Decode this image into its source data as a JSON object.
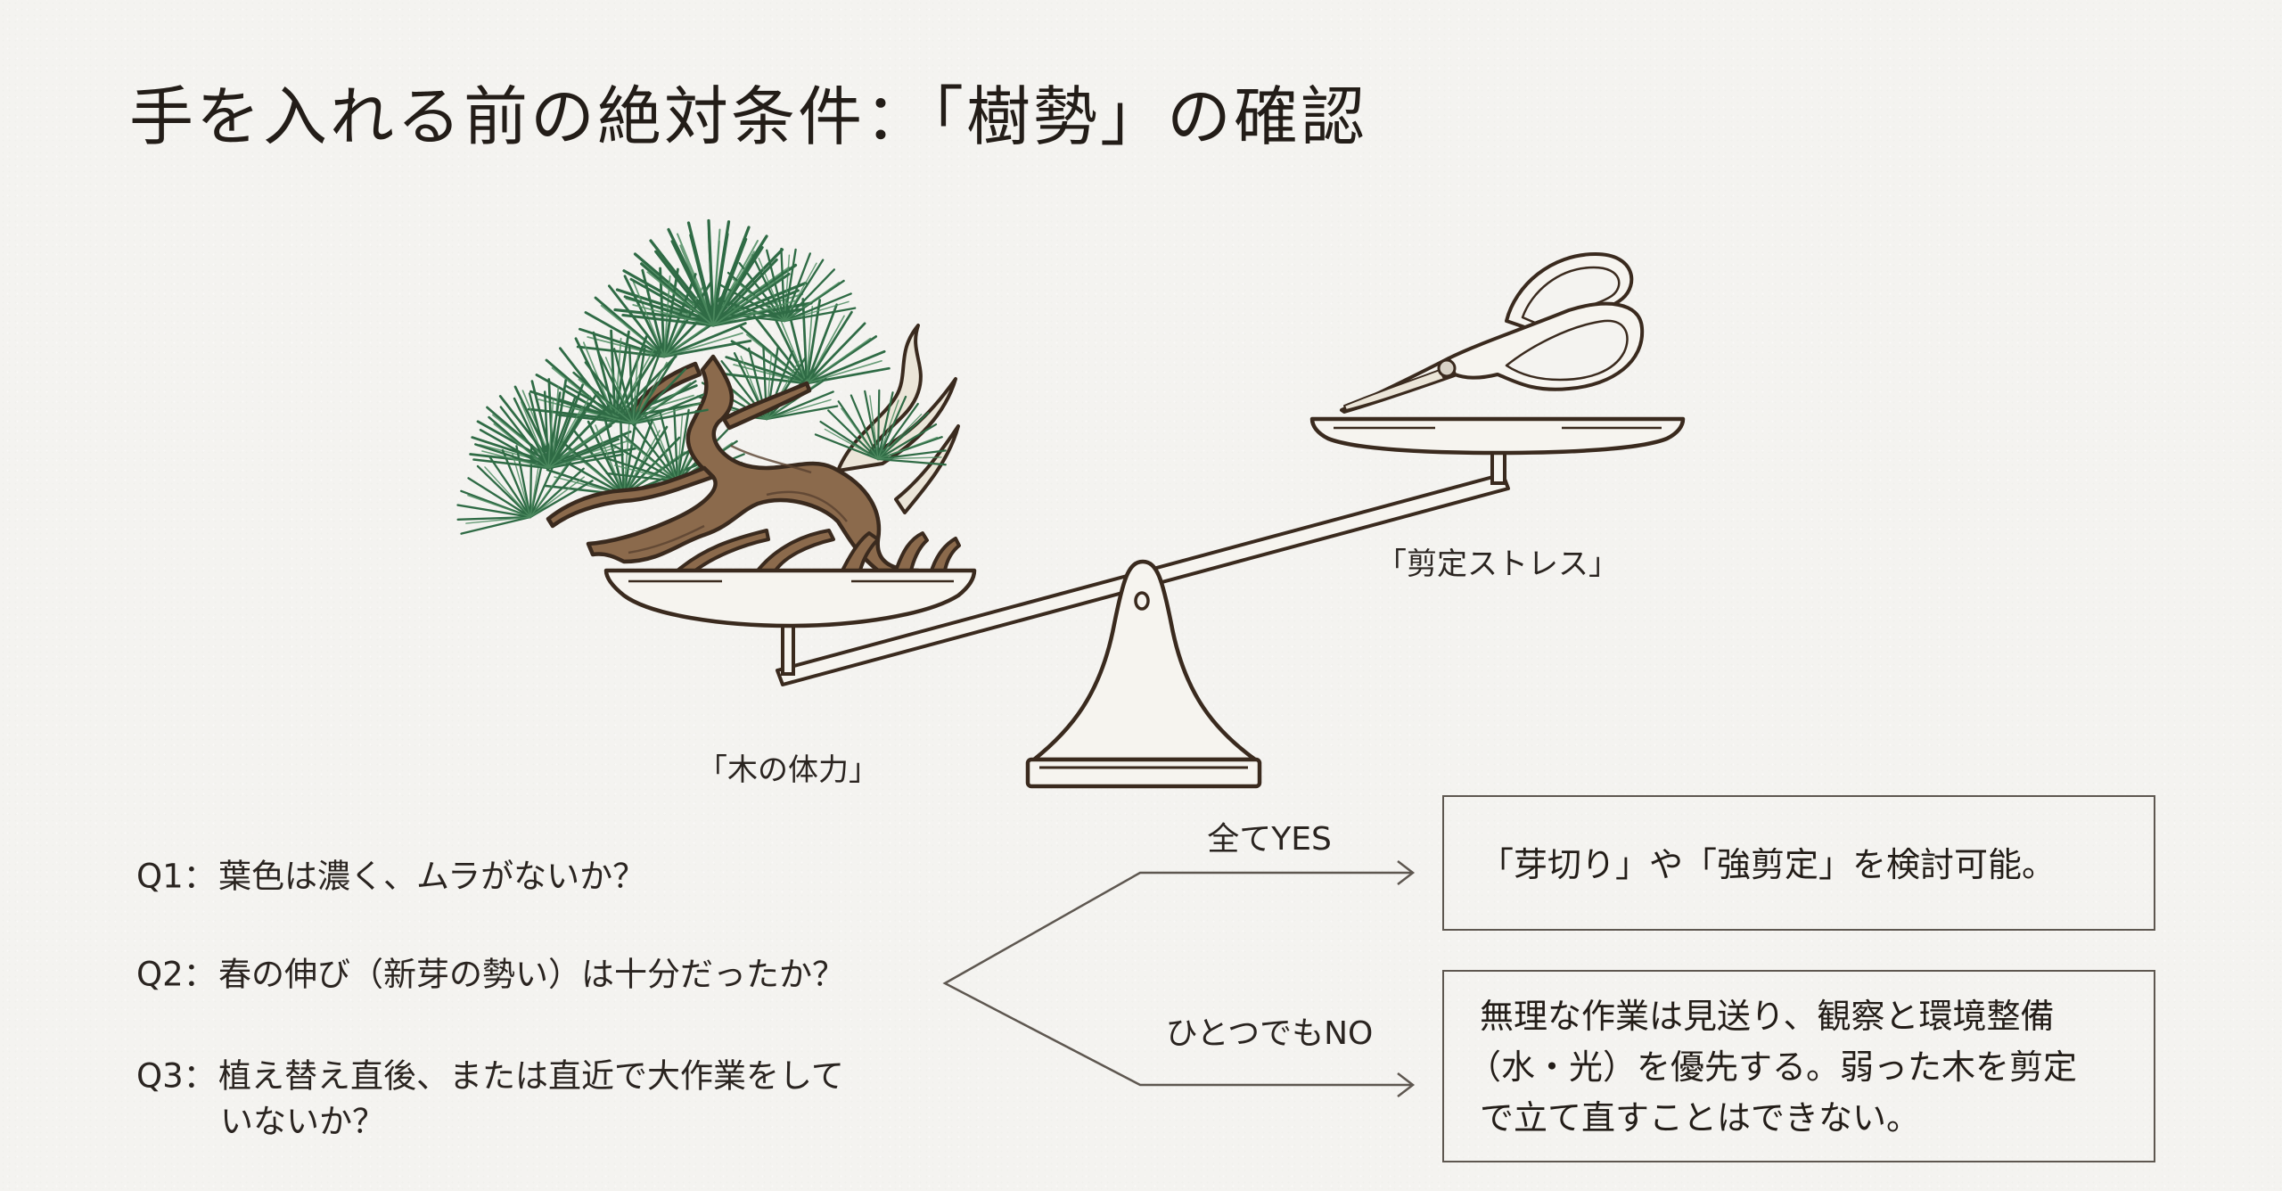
{
  "title": "手を入れる前の絶対条件：「樹勢」の確認",
  "illustration": {
    "left_label": "「木の体力」",
    "right_label": "「剪定ストレス」",
    "left_item": "bonsai-pine-tree-icon",
    "right_item": "pruning-scissors-icon",
    "device": "balance-scale-icon",
    "colors": {
      "outline": "#3a2a1e",
      "trunk": "#8b6a4c",
      "deadwood": "#ebe5d8",
      "pine": "#2f6b45",
      "pan_fill": "#f6f4ef"
    }
  },
  "questions": [
    {
      "id": "Q1",
      "sep": "：",
      "text": "葉色は濃く、ムラがないか？"
    },
    {
      "id": "Q2",
      "sep": "：",
      "text": "春の伸び（新芽の勢い）は十分だったか？"
    },
    {
      "id": "Q3",
      "sep": "：",
      "text": "植え替え直後、または直近で大作業をして",
      "text_cont": "いないか？"
    }
  ],
  "branches": {
    "yes": {
      "label": "全てYES",
      "result": "「芽切り」や「強剪定」を検討可能。"
    },
    "no": {
      "label": "ひとつでもNO",
      "result_lines": [
        "無理な作業は見送り、観察と環境整備",
        "（水・光）を優先する。弱った木を剪定",
        "で立て直すことはできない。"
      ]
    }
  },
  "colors": {
    "background": "#f4f3f0",
    "text": "#2a2420",
    "line": "#5e5750"
  }
}
